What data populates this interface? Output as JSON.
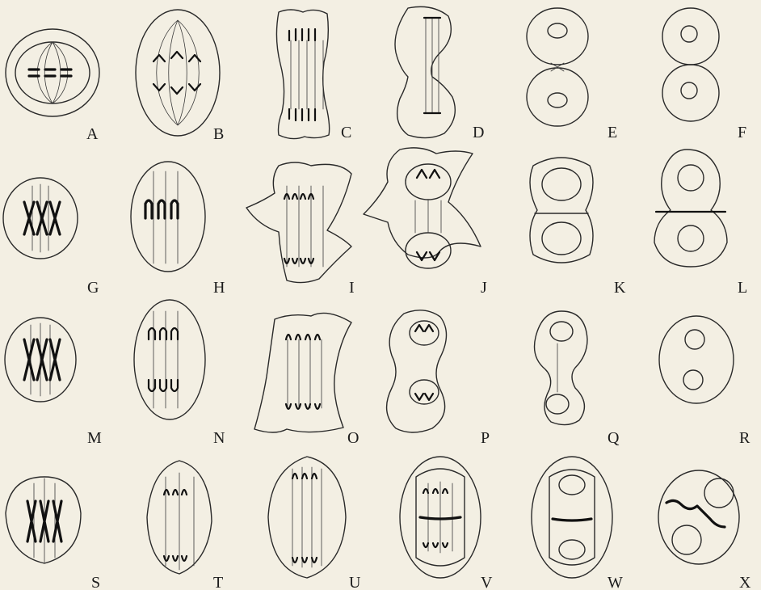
{
  "figure_labels": {
    "A": "A",
    "B": "B",
    "C": "C",
    "D": "D",
    "E": "E",
    "F": "F",
    "G": "G",
    "H": "H",
    "I": "I",
    "J": "J",
    "K": "K",
    "L": "L",
    "M": "M",
    "N": "N",
    "O": "O",
    "P": "P",
    "Q": "Q",
    "R": "R",
    "S": "S",
    "T": "T",
    "U": "U",
    "V": "V",
    "W": "W",
    "X": "X"
  },
  "colors": {
    "background": "#f3efe3",
    "ink": "#2a2a2a"
  }
}
